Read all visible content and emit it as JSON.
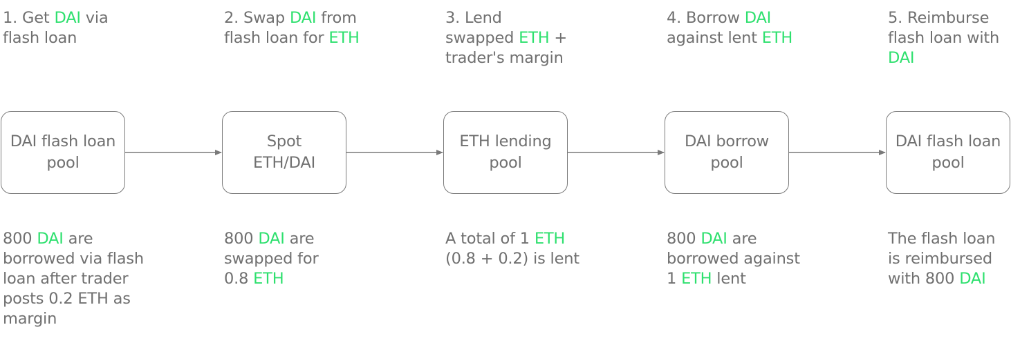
{
  "colors": {
    "text": "#707070",
    "highlight": "#2ee06e",
    "border": "#7a7a7a"
  },
  "steps": [
    {
      "title": [
        [
          "1. Get ",
          false
        ],
        [
          "DAI",
          true
        ],
        [
          " via",
          false
        ],
        [
          "\n",
          false
        ],
        [
          "flash loan",
          false
        ]
      ],
      "node": [
        "DAI flash loan",
        "pool"
      ],
      "desc": [
        [
          "800 ",
          false
        ],
        [
          "DAI",
          true
        ],
        [
          " are",
          false
        ],
        [
          "\n",
          false
        ],
        [
          "borrowed via flash",
          false
        ],
        [
          "\n",
          false
        ],
        [
          "loan after trader",
          false
        ],
        [
          "\n",
          false
        ],
        [
          "posts 0.2 ETH as",
          false
        ],
        [
          "\n",
          false
        ],
        [
          "margin",
          false
        ]
      ]
    },
    {
      "title": [
        [
          "2. Swap ",
          false
        ],
        [
          "DAI",
          true
        ],
        [
          " from",
          false
        ],
        [
          "\n",
          false
        ],
        [
          "flash loan for ",
          false
        ],
        [
          "ETH",
          true
        ]
      ],
      "node": [
        "Spot",
        "ETH/DAI"
      ],
      "desc": [
        [
          "800 ",
          false
        ],
        [
          "DAI",
          true
        ],
        [
          " are",
          false
        ],
        [
          "\n",
          false
        ],
        [
          "swapped for",
          false
        ],
        [
          "\n",
          false
        ],
        [
          "0.8 ",
          false
        ],
        [
          "ETH",
          true
        ]
      ]
    },
    {
      "title": [
        [
          "3. Lend",
          false
        ],
        [
          "\n",
          false
        ],
        [
          "swapped ",
          false
        ],
        [
          "ETH",
          true
        ],
        [
          " +",
          false
        ],
        [
          "\n",
          false
        ],
        [
          "trader's margin",
          false
        ]
      ],
      "node": [
        "ETH lending",
        "pool"
      ],
      "desc": [
        [
          "A total of 1 ",
          false
        ],
        [
          "ETH",
          true
        ],
        [
          "\n",
          false
        ],
        [
          "(0.8 + 0.2) is lent",
          false
        ]
      ]
    },
    {
      "title": [
        [
          "4. Borrow ",
          false
        ],
        [
          "DAI",
          true
        ],
        [
          "\n",
          false
        ],
        [
          "against lent ",
          false
        ],
        [
          "ETH",
          true
        ]
      ],
      "node": [
        "DAI borrow",
        "pool"
      ],
      "desc": [
        [
          "800 ",
          false
        ],
        [
          "DAI",
          true
        ],
        [
          " are",
          false
        ],
        [
          "\n",
          false
        ],
        [
          "borrowed against",
          false
        ],
        [
          "\n",
          false
        ],
        [
          "1 ",
          false
        ],
        [
          "ETH",
          true
        ],
        [
          " lent",
          false
        ]
      ]
    },
    {
      "title": [
        [
          "5. Reimburse",
          false
        ],
        [
          "\n",
          false
        ],
        [
          "flash loan with",
          false
        ],
        [
          "\n",
          false
        ],
        [
          "DAI",
          true
        ]
      ],
      "node": [
        "DAI flash loan",
        "pool"
      ],
      "desc": [
        [
          "The flash loan",
          false
        ],
        [
          "\n",
          false
        ],
        [
          "is reimbursed",
          false
        ],
        [
          "\n",
          false
        ],
        [
          "with 800 ",
          false
        ],
        [
          "DAI",
          true
        ]
      ]
    }
  ]
}
